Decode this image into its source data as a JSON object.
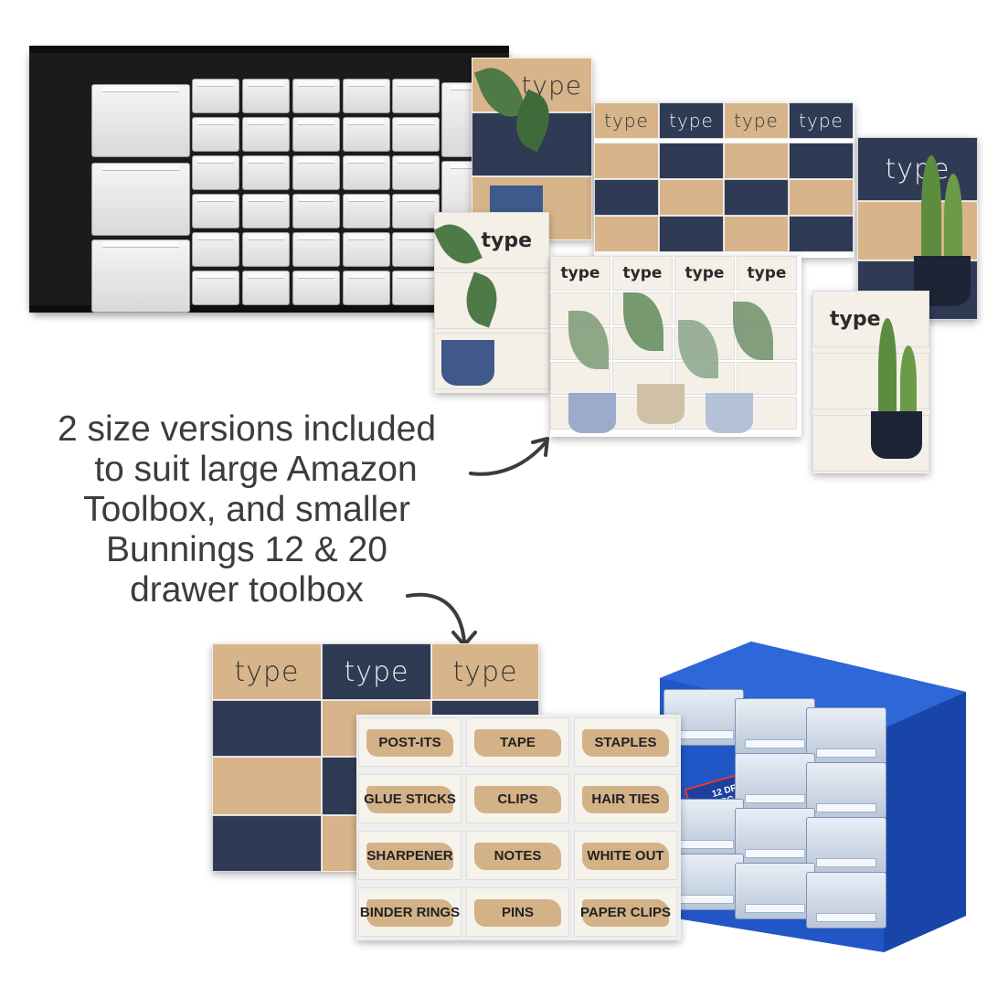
{
  "caption": {
    "lines": [
      "2 size versions included",
      "to suit large Amazon",
      "Toolbox, and smaller",
      "Bunnings 12 & 20",
      "drawer toolbox"
    ]
  },
  "type_label": "type",
  "organiser_label": "12 DRAWER ORGANISER",
  "small_labels": [
    [
      "POST-ITS",
      "TAPE",
      "STAPLES"
    ],
    [
      "GLUE STICKS",
      "CLIPS",
      "HAIR TIES"
    ],
    [
      "SHARPENER",
      "NOTES",
      "WHITE OUT"
    ],
    [
      "BINDER RINGS",
      "PINS",
      "PAPER CLIPS"
    ]
  ],
  "colors": {
    "tan": "#d7b48a",
    "navy": "#2f3a55",
    "cream": "#f4f0e8",
    "caption_text": "#3c3c3c",
    "blue_box": "#2156c6"
  },
  "icons": [
    "arrow-icon",
    "plant-icon",
    "pot-icon"
  ]
}
